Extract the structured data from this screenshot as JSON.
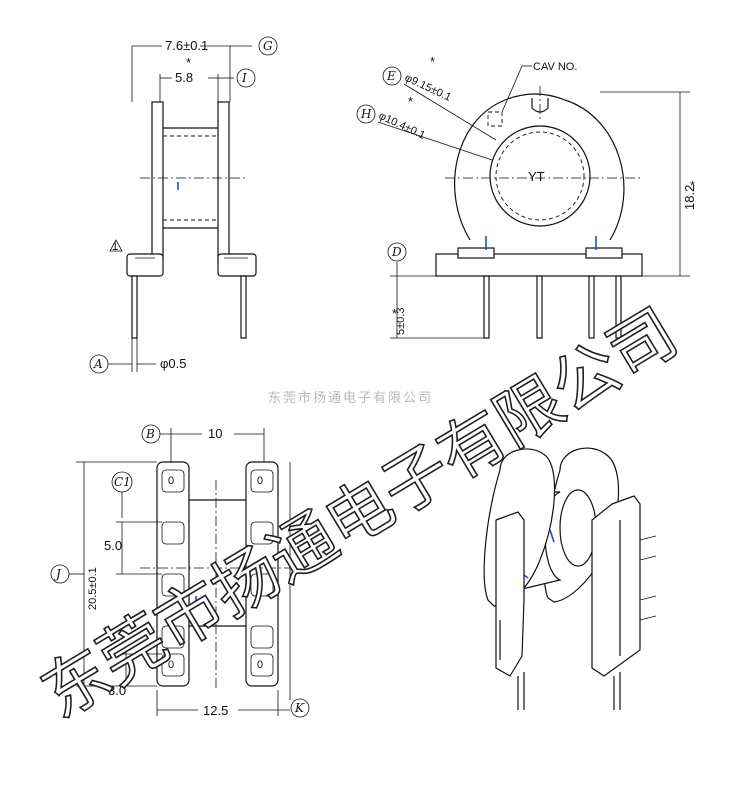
{
  "top_left_view": {
    "dim_overall": "7.6±0.1",
    "dim_inner": "5.8",
    "star": "*",
    "pin_dia": "φ0.5",
    "note_mark": "1",
    "labels": {
      "G": "G",
      "I": "I",
      "A": "A"
    }
  },
  "top_right_view": {
    "cav_no": "CAV NO.",
    "dim_E": "φ9.15±0.1",
    "dim_H": "φ10.4±0.1",
    "star": "*",
    "center_text": "YT",
    "dim_height": "18.2",
    "dim_pin": "5±0.3",
    "labels": {
      "E": "E",
      "H": "H",
      "D": "D"
    }
  },
  "bottom_left_view": {
    "dim_top": "10",
    "dim_side": "20.5±0.1",
    "dim_pitch": "5.0",
    "dim_margin": "3.0",
    "dim_width": "12.5",
    "pin_marks": [
      "0",
      "0",
      "0",
      "0"
    ],
    "labels": {
      "B": "B",
      "C1": "C1",
      "J": "J",
      "K": "K"
    }
  },
  "watermark": {
    "big": "东莞市扬通电子有限公司",
    "small": "东莞市扬通电子有限公司"
  }
}
